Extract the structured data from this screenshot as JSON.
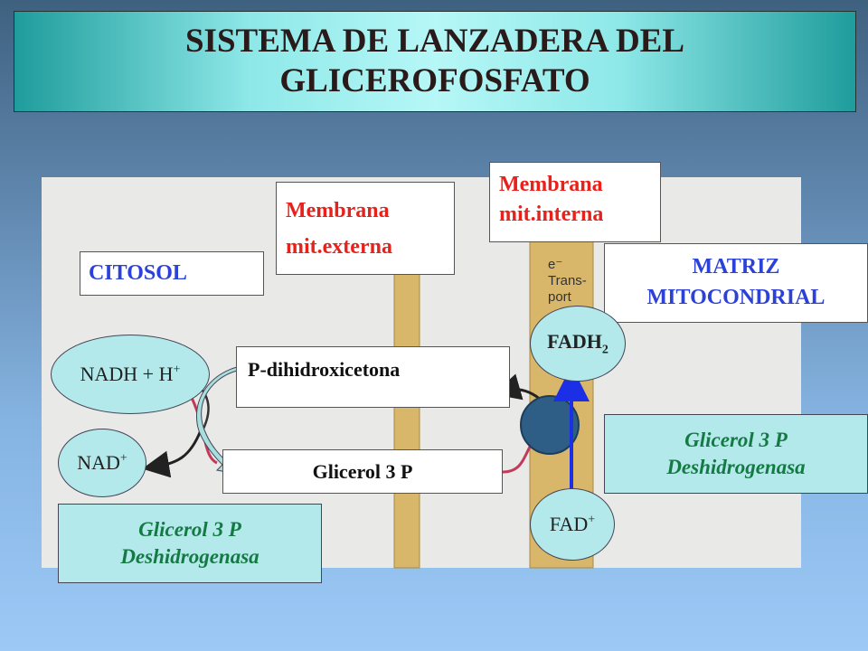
{
  "title": {
    "line1": "SISTEMA DE LANZADERA DEL",
    "line2": "GLICEROFOSFATO"
  },
  "labels": {
    "membrana_externa_1": "Membrana",
    "membrana_externa_2": "mit.externa",
    "membrana_interna_1": "Membrana",
    "membrana_interna_2": "mit.interna",
    "citosol": "CITOSOL",
    "matriz_1": "MATRIZ",
    "matriz_2": "MITOCONDRIAL",
    "p_dihidroxicetona": "P-dihidroxicetona",
    "glicerol_3p": "Glicerol 3 P",
    "enzyme_right_1": "Glicerol 3 P",
    "enzyme_right_2": "Deshidrogenasa",
    "enzyme_left_1": "Glicerol 3 P",
    "enzyme_left_2": "Deshidrogenasa",
    "etransport_1": "e⁻",
    "etransport_2": "Trans-",
    "etransport_3": "port"
  },
  "molecules": {
    "nadh_base": "NADH + H",
    "nadh_sup": "+",
    "nad_base": "NAD",
    "nad_sup": "+",
    "fadh_base": "FADH",
    "fadh_sub": "2",
    "fad_base": "FAD",
    "fad_sup": "+"
  },
  "colors": {
    "membrane": "#d9b76a",
    "title_text": "#2a1a1a",
    "red_label": "#e8211a",
    "blue_label": "#2c41d8",
    "enzyme_text": "#147a43",
    "ellipse_fill": "#b3e9ea",
    "arrow_blue": "#1a2fe6",
    "curve_red": "#c23a5a",
    "protein": "#2e5e86"
  }
}
